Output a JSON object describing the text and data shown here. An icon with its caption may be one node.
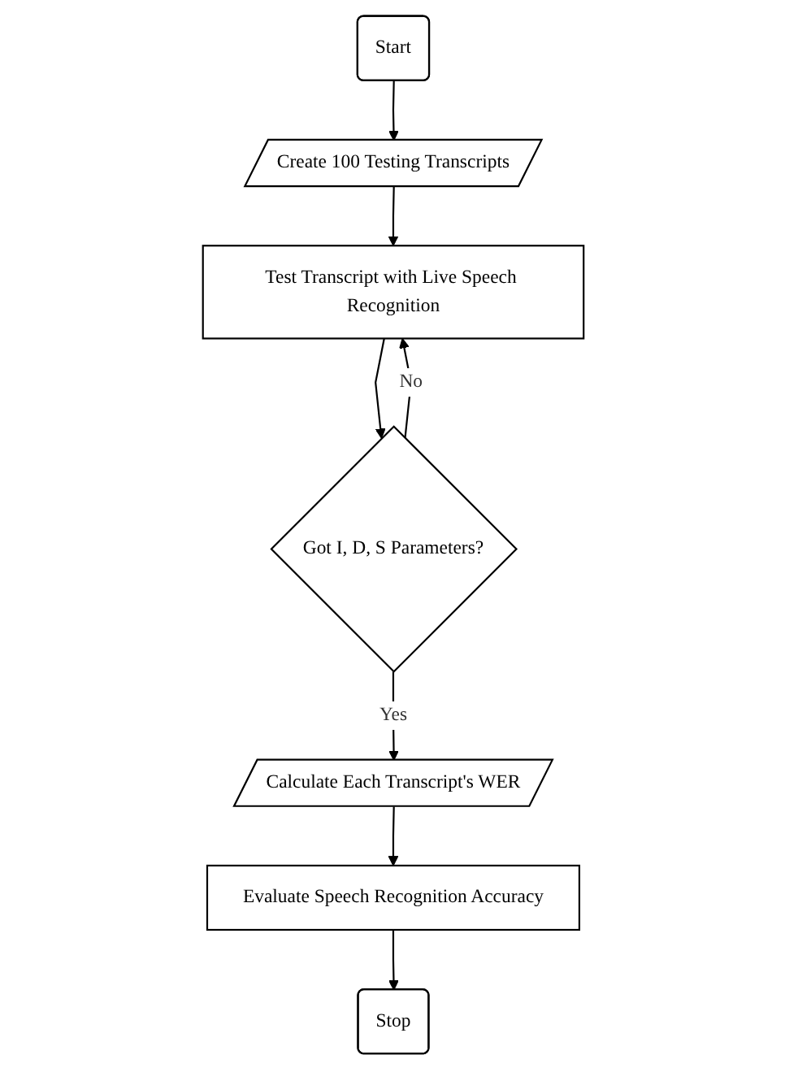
{
  "diagram": {
    "nodes": [
      {
        "text": [
          "Start"
        ]
      },
      {
        "text": [
          "Create 100 Testing Transcripts"
        ]
      },
      {
        "text": [
          "Test Transcript with Live Speech Recognition"
        ]
      },
      {
        "text": [
          "Got I, D, S Parameters?"
        ]
      },
      {
        "text": [
          "Calculate Each Transcript's WER"
        ]
      },
      {
        "text": [
          "Evaluate Speech Recognition Accuracy"
        ]
      },
      {
        "text": [
          "Stop"
        ]
      }
    ],
    "edges": [
      {
        "from": 0,
        "to": 1,
        "arrow": "to"
      },
      {
        "from": 1,
        "to": 2,
        "arrow": "to"
      },
      {
        "from": 2,
        "to": 3,
        "arrow": "to"
      },
      {
        "from": 3,
        "to": 2,
        "arrow": "to",
        "label": "No"
      },
      {
        "from": 3,
        "to": 4,
        "arrow": "to",
        "label": "Yes"
      },
      {
        "from": 4,
        "to": 5,
        "arrow": "to"
      },
      {
        "from": 5,
        "to": 6,
        "arrow": "to"
      }
    ]
  }
}
